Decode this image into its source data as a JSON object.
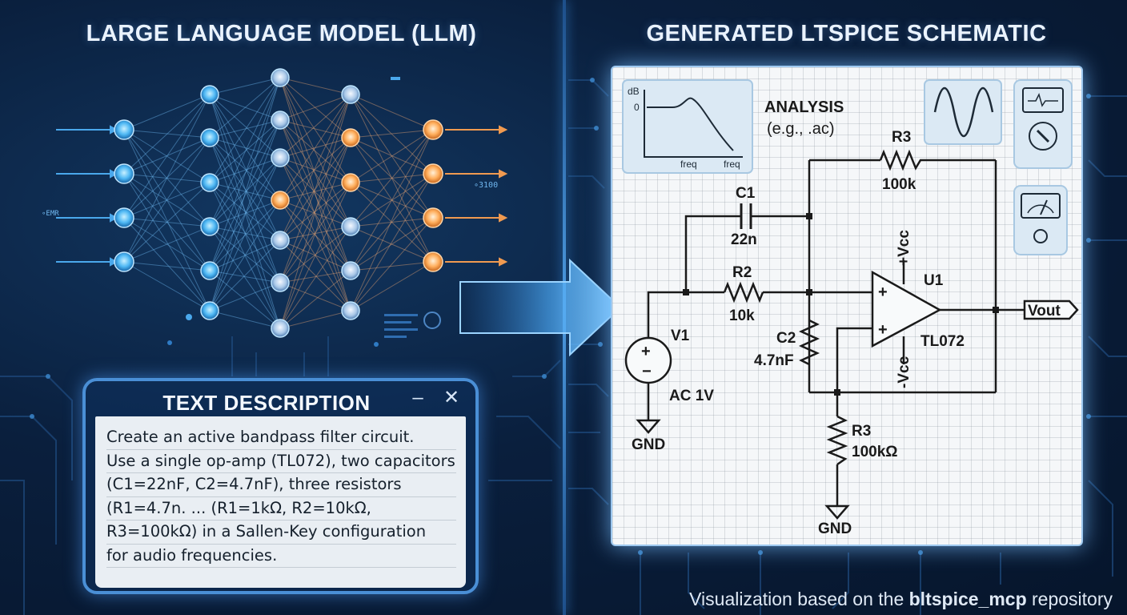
{
  "left_heading": "LARGE LANGUAGE MODEL (LLM)",
  "right_heading": "GENERATED LTSPICE SCHEMATIC",
  "text_window": {
    "title": "TEXT DESCRIPTION",
    "minimize_glyph": "–",
    "close_glyph": "✕",
    "lines": [
      "Create an active bandpass filter circuit.",
      "Use a single op-amp (TL072), two capacitors",
      "(C1=22nF, C2=4.7nF), three resistors",
      "(R1=4.7n. ... (R1=1kΩ, R2=10kΩ,",
      "R3=100kΩ) in a Sallen-Key configuration",
      "for audio frequencies."
    ]
  },
  "nn_labels": {
    "out_label": "∘3100",
    "in_label": "∘EMR"
  },
  "analysis": {
    "title": "ANALYSIS",
    "subtitle": "(e.g., .ac)",
    "y_label": "dB",
    "y_zero": "0",
    "x_label_1": "freq",
    "x_label_2": "freq"
  },
  "schematic": {
    "c1_name": "C1",
    "c1_value": "22n",
    "r2_name": "R2",
    "r2_value": "10k",
    "r3_top_name": "R3",
    "r3_top_value": "100k",
    "c2_name": "C2",
    "c2_value": "4.7nF",
    "r3_bottom_name": "R3",
    "r3_bottom_value": "100kΩ",
    "u1_name": "U1",
    "u1_part": "TL072",
    "vcc_pos": "+Vcc",
    "vcc_neg": "-Vcc",
    "opamp_plus_top": "+",
    "opamp_plus_bottom": "+",
    "source_name": "V1",
    "source_value": "AC 1V",
    "source_plus": "+",
    "source_minus": "−",
    "gnd_left": "GND",
    "gnd_bottom": "GND",
    "vout": "Vout"
  },
  "caption": {
    "prefix": "Visualization based on the ",
    "repo": "bltspice_mcp",
    "suffix": " repository"
  },
  "colors": {
    "accent_blue": "#4a8fd6",
    "node_blue": "#5fc4ff",
    "node_orange": "#ffb56b",
    "panel_glow": "#9fc9f0"
  }
}
